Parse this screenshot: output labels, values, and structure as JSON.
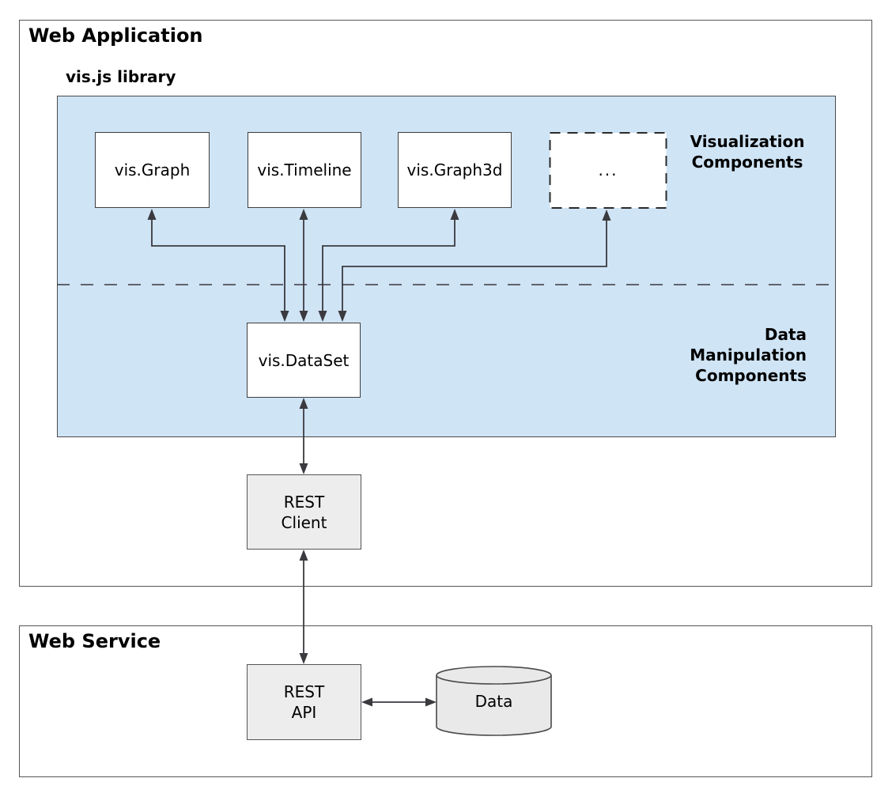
{
  "colors": {
    "panel_blue": "#cfe4f5",
    "box_gray_fill": "#ededed",
    "white": "#ffffff",
    "border_dark": "#3d3d3d",
    "border_gray": "#555555",
    "arrow": "#3a3a3f",
    "text": "#000000"
  },
  "web_application": {
    "title": "Web Application",
    "vis_library": {
      "title": "vis.js library",
      "components": [
        {
          "label": "vis.Graph"
        },
        {
          "label": "vis.Timeline"
        },
        {
          "label": "vis.Graph3d"
        },
        {
          "label": "..."
        }
      ],
      "visualization_label": {
        "lines": [
          "Visualization",
          "Components"
        ]
      },
      "data_manipulation_label": {
        "lines": [
          "Data",
          "Manipulation",
          "Components"
        ]
      },
      "dataset_box": {
        "label": "vis.DataSet"
      }
    },
    "rest_client_box": {
      "lines": [
        "REST",
        "Client"
      ]
    }
  },
  "web_service": {
    "title": "Web Service",
    "rest_api_box": {
      "lines": [
        "REST",
        "API"
      ]
    },
    "data_store": {
      "label": "Data"
    }
  }
}
